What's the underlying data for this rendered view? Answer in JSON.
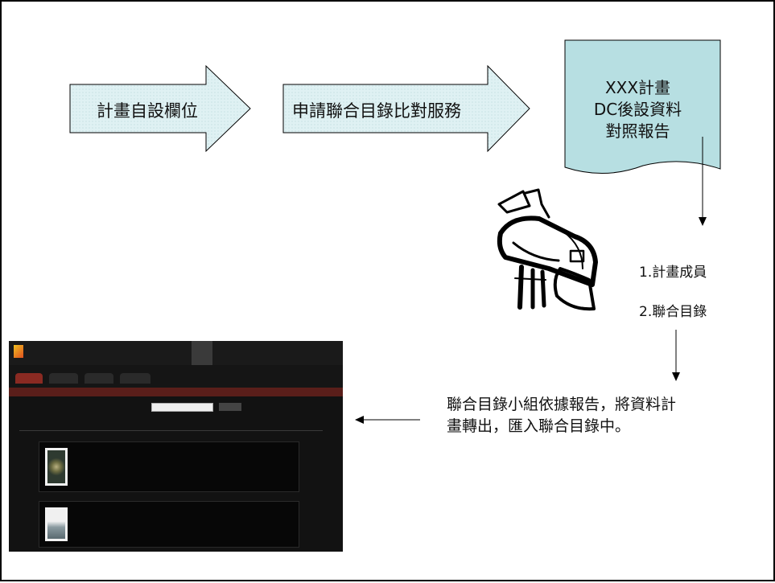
{
  "flow": {
    "step1": "計畫自設欄位",
    "step2": "申請聯合目錄比對服務",
    "report": [
      "XXX計畫",
      "DC後設資料",
      "對照報告"
    ]
  },
  "recipients": [
    "1.計畫成員",
    "2.聯合目錄"
  ],
  "caption": [
    "聯合目錄小組依據報告，將資料計",
    "畫轉出，匯入聯合目錄中。"
  ],
  "icons": [
    "mailbox-icon"
  ],
  "colors": {
    "arrow_fill": "#dff1f3",
    "document_fill": "#b7dfe2",
    "line": "#000000"
  }
}
